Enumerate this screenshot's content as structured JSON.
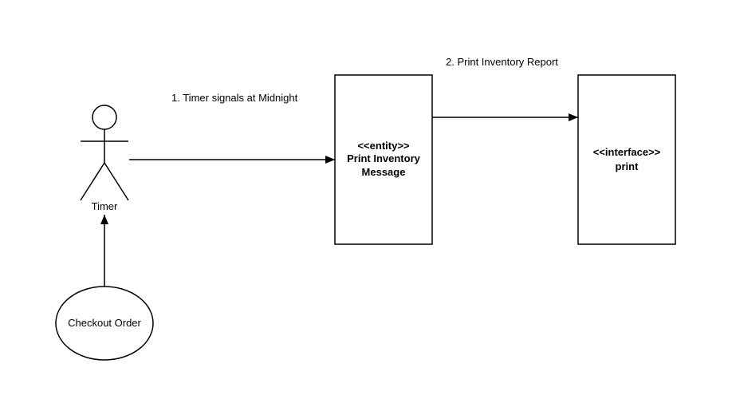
{
  "diagram": {
    "actor": {
      "name": "Timer"
    },
    "use_case": {
      "label": "Checkout Order"
    },
    "entity_box": {
      "stereotype": "<<entity>>",
      "line1": "Print Inventory",
      "line2": "Message"
    },
    "interface_box": {
      "stereotype": "<<interface>>",
      "line1": "print"
    },
    "messages": [
      {
        "label": "1. Timer signals at Midnight"
      },
      {
        "label": "2. Print Inventory Report"
      }
    ]
  }
}
